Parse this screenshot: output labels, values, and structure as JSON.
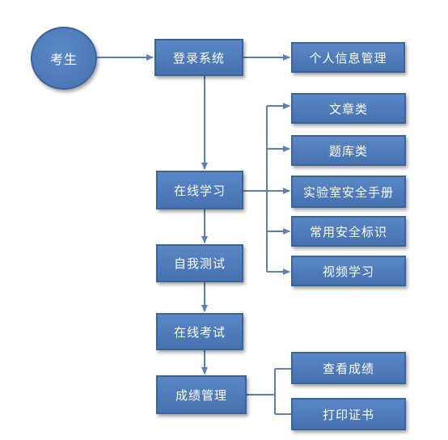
{
  "nodes": {
    "candidate": "考生",
    "login": "登录系统",
    "personal_info": "个人信息管理",
    "online_learning": "在线学习",
    "articles": "文章类",
    "question_bank": "题库类",
    "lab_safety_manual": "实验室安全手册",
    "safety_signs": "常用安全标识",
    "video_learning": "视频学习",
    "self_test": "自我测试",
    "online_exam": "在线考试",
    "score_management": "成绩管理",
    "view_scores": "查看成绩",
    "print_certificate": "打印证书"
  },
  "colors": {
    "node_fill": "#4f7bbb",
    "node_border": "#3a6496",
    "connector": "#5b7fb8",
    "text": "#ffffff"
  }
}
